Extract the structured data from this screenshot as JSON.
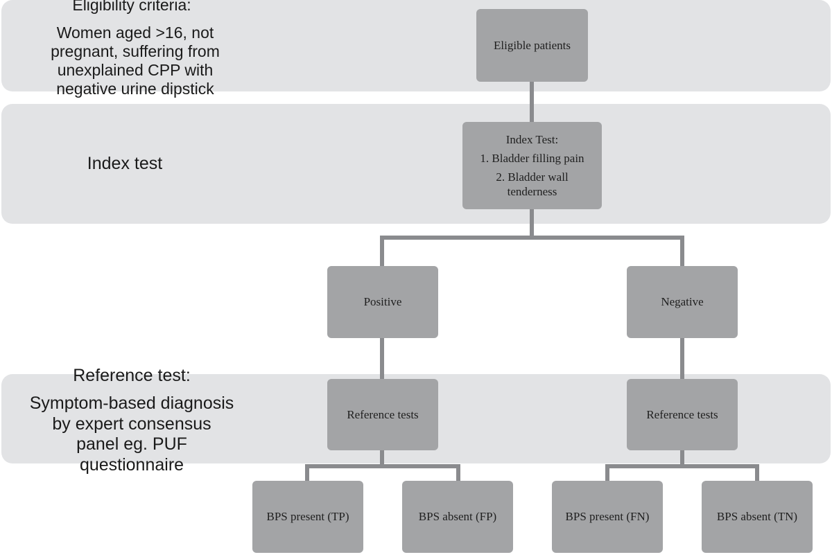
{
  "bands": {
    "eligibility": {
      "title": "Eligibility criteria:",
      "lines": [
        "Women aged >16, not",
        "pregnant, suffering from",
        "unexplained CPP with",
        "negative urine dipstick"
      ]
    },
    "index": {
      "title": "Index test"
    },
    "reference": {
      "title": "Reference test:",
      "lines": [
        "Symptom-based diagnosis",
        "by expert consensus",
        "panel eg. PUF",
        "questionnaire"
      ]
    }
  },
  "nodes": {
    "eligible": "Eligible patients",
    "index_test": {
      "title": "Index Test:",
      "items": [
        "1. Bladder filling pain",
        "2. Bladder wall",
        "tenderness"
      ]
    },
    "positive": "Positive",
    "negative": "Negative",
    "reference_left": "Reference tests",
    "reference_right": "Reference tests",
    "tp": "BPS present (TP)",
    "fp": "BPS absent (FP)",
    "fn": "BPS present (FN)",
    "tn": "BPS absent (TN)"
  },
  "colors": {
    "band": "#e2e3e5",
    "node": "#a3a4a6",
    "connector": "#8a8b8e"
  }
}
